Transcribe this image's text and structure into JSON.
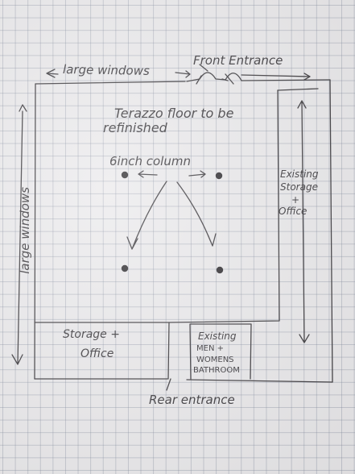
{
  "labels": {
    "large_windows_top": "large windows",
    "front_entrance": "Front Entrance",
    "large_windows_left": "large windows",
    "floor_note_line1": "Terazzo floor to be",
    "floor_note_line2": "refinished",
    "column_note": "6inch column",
    "existing_storage_line1": "Existing",
    "existing_storage_line2": "Storage",
    "existing_storage_line3": "+",
    "existing_storage_line4": "Office",
    "storage_office_line1": "Storage +",
    "storage_office_line2": "Office",
    "bathroom_line1": "Existing",
    "bathroom_line2": "MEN +",
    "bathroom_line3": "WOMENS",
    "bathroom_line4": "BATHROOM",
    "rear_entrance": "Rear entrance"
  },
  "colors": {
    "ink": "#3d3b3f",
    "paper": "#ebeaec",
    "grid": "#8c96a8"
  },
  "icons": {
    "column": "column-dot-icon"
  }
}
